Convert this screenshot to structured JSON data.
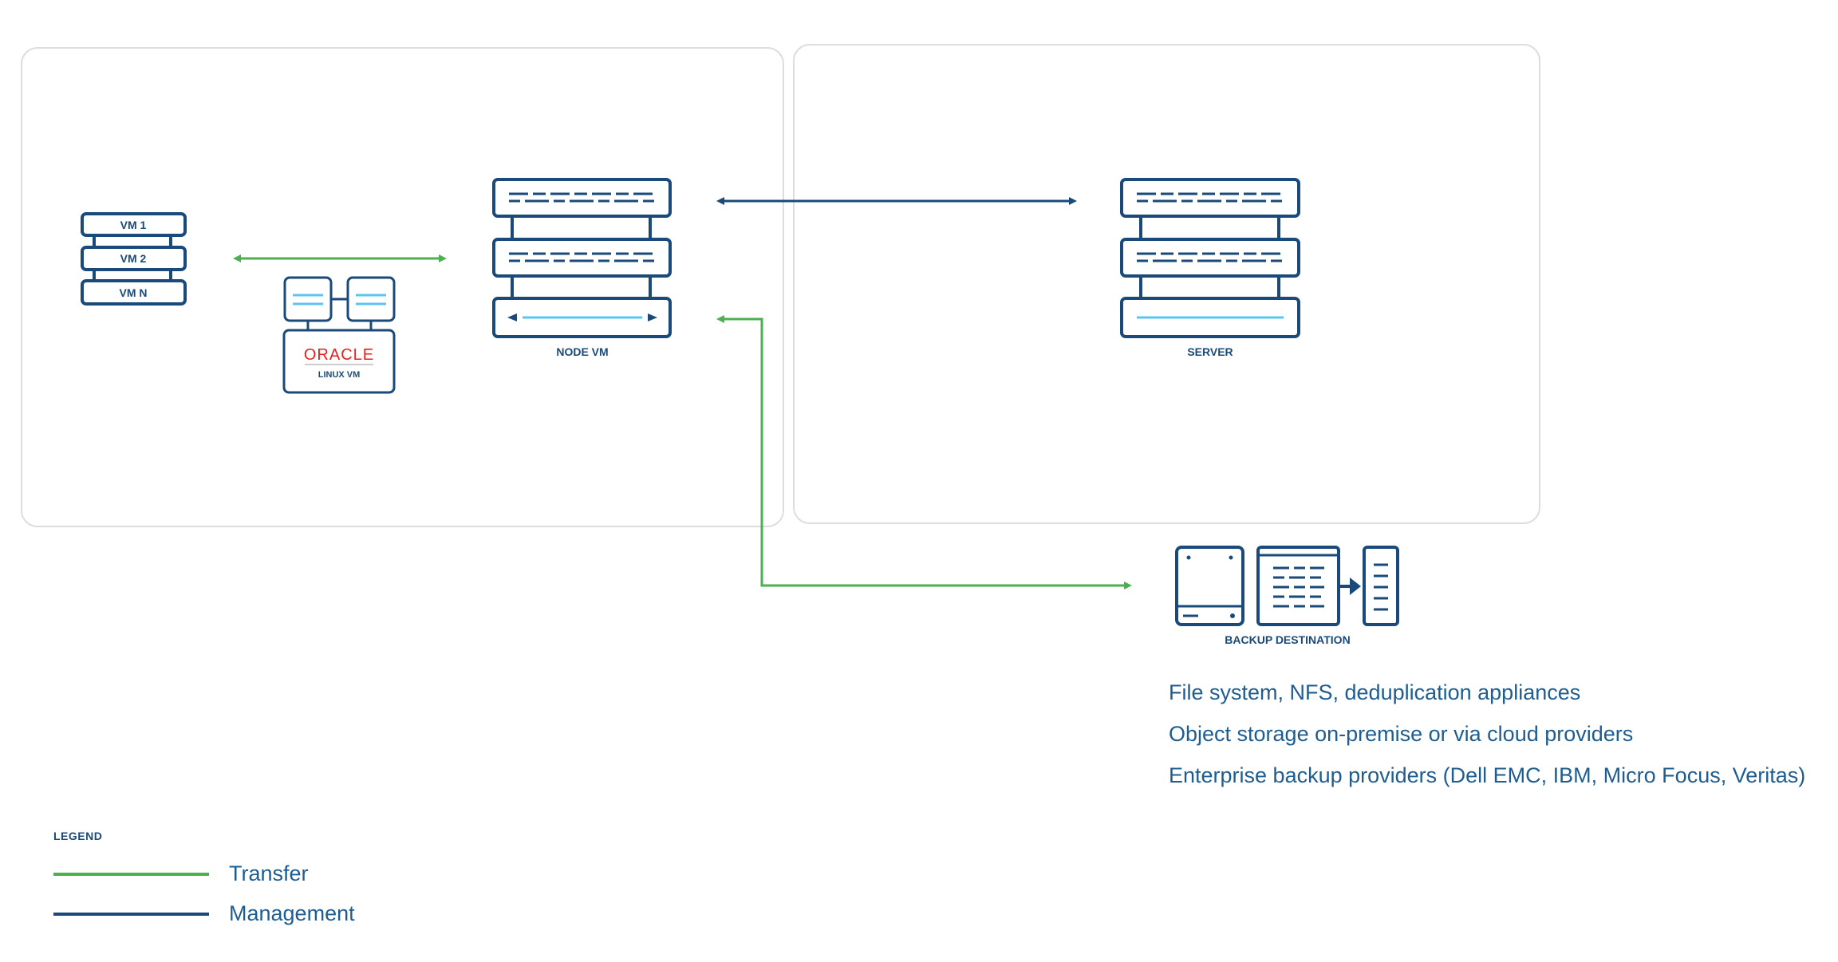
{
  "colors": {
    "transfer": "#4caf50",
    "management": "#1a4a7a",
    "light_blue": "#5cc4ee",
    "box_border": "#dddddd",
    "oracle_red": "#e8201c"
  },
  "nodes": {
    "vm_stack": [
      "VM 1",
      "VM 2",
      "VM N"
    ],
    "oracle": {
      "logo": "ORACLE",
      "label": "LINUX VM"
    },
    "node_vm": {
      "label": "NODE VM"
    },
    "server": {
      "label": "SERVER"
    },
    "backup": {
      "label": "BACKUP DESTINATION"
    }
  },
  "backup_destinations": [
    "File system, NFS, deduplication appliances",
    "Object storage on-premise or via cloud providers",
    "Enterprise backup providers (Dell EMC, IBM, Micro Focus, Veritas)"
  ],
  "legend": {
    "title": "LEGEND",
    "items": [
      {
        "label": "Transfer",
        "color": "#4caf50"
      },
      {
        "label": "Management",
        "color": "#1a4a7a"
      }
    ]
  }
}
